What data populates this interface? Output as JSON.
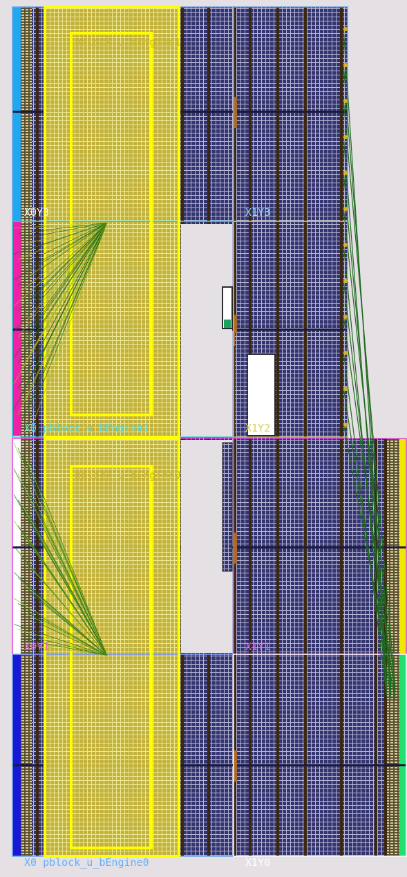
{
  "view": {
    "background": "#e4e0e4",
    "colors": {
      "clb_fill": "#34346e",
      "clb_grid": "#b6b6d8",
      "bram": "#3c2810",
      "dsp": "#6e6432",
      "io_col": "#404040",
      "pblock": "#ffff00",
      "placed_fill": "#d6c830",
      "net": "#1f6a1f",
      "net_light": "#9ac01a",
      "region_x0y3": "#6fa8e8",
      "region_x1y3": "#6fa8e8",
      "region_x0y2": "#18d0d0",
      "region_x1y2": "#c8c860",
      "region_x0y1": "#e040e0",
      "region_x1y1": "#e040e0",
      "region_x1y0": "#a0a0a0",
      "io_blue": "#20a8f0",
      "io_magenta": "#f020a8",
      "io_navy": "#1818d8",
      "io_green": "#20e070",
      "io_yellow": "#f0e800"
    }
  },
  "clock_regions": [
    {
      "name": "X0Y3",
      "label": "X0Y3",
      "color": "#6fa8e8"
    },
    {
      "name": "X1Y3",
      "label": "X1Y3",
      "color": "#6fa8e8"
    },
    {
      "name": "X0Y2",
      "label": "X0 pblock_u_bEngine1",
      "color": "#18d0d0"
    },
    {
      "name": "X1Y2",
      "label": "X1Y2",
      "color": "#c8c860"
    },
    {
      "name": "X0Y1",
      "label": "X0Y1",
      "color": "#e040e0"
    },
    {
      "name": "X1Y1",
      "label": "X1Y1",
      "color": "#e040e0"
    },
    {
      "name": "X0Y0",
      "label": "X0 pblock_u_bEngine0",
      "color": "#6fa8e8"
    },
    {
      "name": "X1Y0",
      "label": "X1Y0",
      "color": "#ffffff"
    }
  ],
  "pblocks": [
    {
      "name": "pblock_u_bEngine1",
      "inner_label": "pblock_u_bEngine1"
    },
    {
      "name": "pblock_u_bEngine0",
      "inner_label": "pblock_u_bEngine0"
    }
  ]
}
